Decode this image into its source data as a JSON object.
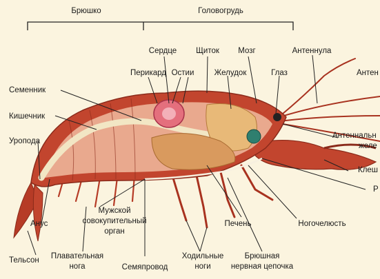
{
  "sections": {
    "abdomen": "Брюшко",
    "cephalothorax": "Головогрудь"
  },
  "labels": {
    "heart": "Сердце",
    "shield": "Щиток",
    "brain": "Мозг",
    "antennule": "Антеннула",
    "antenna_cut": "Антен",
    "pericardium": "Перикард",
    "ostia": "Остии",
    "stomach": "Желудок",
    "eye": "Глаз",
    "testis": "Семенник",
    "intestine": "Кишечник",
    "uropod": "Уропода",
    "antennal_gland_1": "Антеннальн",
    "antennal_gland_2": "желе",
    "claw": "Клеш",
    "mouth_cut": "Р",
    "anus": "Анус",
    "copulatory_1": "Мужской",
    "copulatory_2": "совокупительный",
    "copulatory_3": "орган",
    "liver": "Печень",
    "cheliped": "Ногочелюсть",
    "telson": "Тельсон",
    "swimmeret_1": "Плавательная",
    "swimmeret_2": "нога",
    "vas_deferens": "Семяпровод",
    "walking_legs_1": "Ходильные",
    "walking_legs_2": "ноги",
    "nerve_cord_1": "Брюшная",
    "nerve_cord_2": "нервная цепочка"
  },
  "colors": {
    "background": "#fbf4df",
    "shell": "#c2452e",
    "shell_dark": "#8a2a1a",
    "flesh": "#e9a98e",
    "gut": "#f2e6c4",
    "stomach": "#e8b978",
    "liver": "#d99a5e",
    "heart": "#e46f7d",
    "eye": "#2f7f6f"
  }
}
